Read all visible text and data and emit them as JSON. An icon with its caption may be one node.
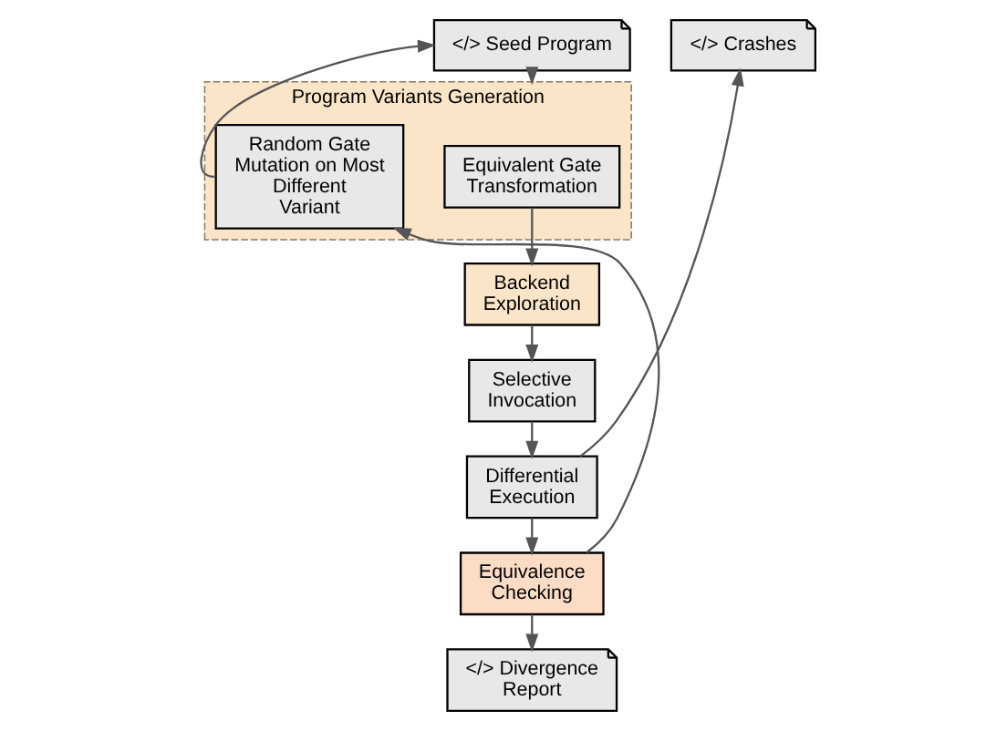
{
  "diagram": {
    "nodes": [
      {
        "text": [
          "</> Seed Program"
        ]
      },
      {
        "text": [
          "Program Variants Generation"
        ]
      },
      {
        "text": [
          "Equivalent Gate Transformation"
        ],
        "in": 1
      },
      {
        "text": [
          "Random Gate Mutation on Most Different Variant"
        ],
        "in": 1
      },
      {
        "text": [
          "</> Crashes"
        ]
      },
      {
        "text": [
          "Backend Exploration"
        ]
      },
      {
        "text": [
          "Selective Invocation"
        ]
      },
      {
        "text": [
          "Differential Execution"
        ]
      },
      {
        "text": [
          "Equivalence Checking"
        ]
      },
      {
        "text": [
          "</> Divergence Report"
        ]
      }
    ],
    "edges": [
      {
        "from": 0,
        "to": 1,
        "arrow": "to"
      },
      {
        "from": 2,
        "to": 5,
        "arrow": "to"
      },
      {
        "from": 5,
        "to": 6,
        "arrow": "to"
      },
      {
        "from": 6,
        "to": 7,
        "arrow": "to"
      },
      {
        "from": 7,
        "to": 4,
        "arrow": "to"
      },
      {
        "from": 7,
        "to": 8,
        "arrow": "to"
      },
      {
        "from": 8,
        "to": 9,
        "arrow": "to"
      },
      {
        "from": 8,
        "to": 3,
        "arrow": "to"
      },
      {
        "from": 3,
        "to": 0,
        "arrow": "to"
      }
    ]
  }
}
